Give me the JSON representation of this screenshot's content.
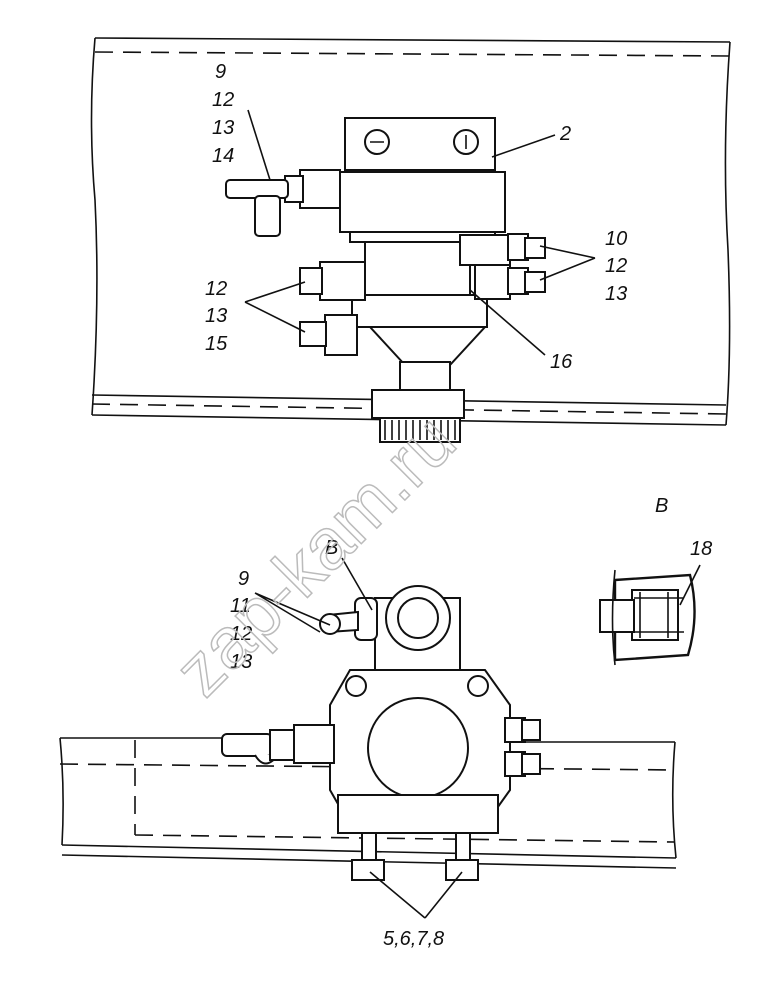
{
  "watermark": "zap-kam.ru",
  "top_view": {
    "labels_left_upper": [
      "9",
      "12",
      "13",
      "14"
    ],
    "label_2": "2",
    "labels_right": [
      "10",
      "12",
      "13"
    ],
    "labels_left_lower": [
      "12",
      "13",
      "15"
    ],
    "label_16": "16"
  },
  "bottom_view": {
    "view_mark": "B",
    "labels_left": [
      "9",
      "11",
      "12",
      "13"
    ],
    "label_bottom": "5,6,7,8"
  },
  "detail_view": {
    "title": "B",
    "label_18": "18"
  }
}
